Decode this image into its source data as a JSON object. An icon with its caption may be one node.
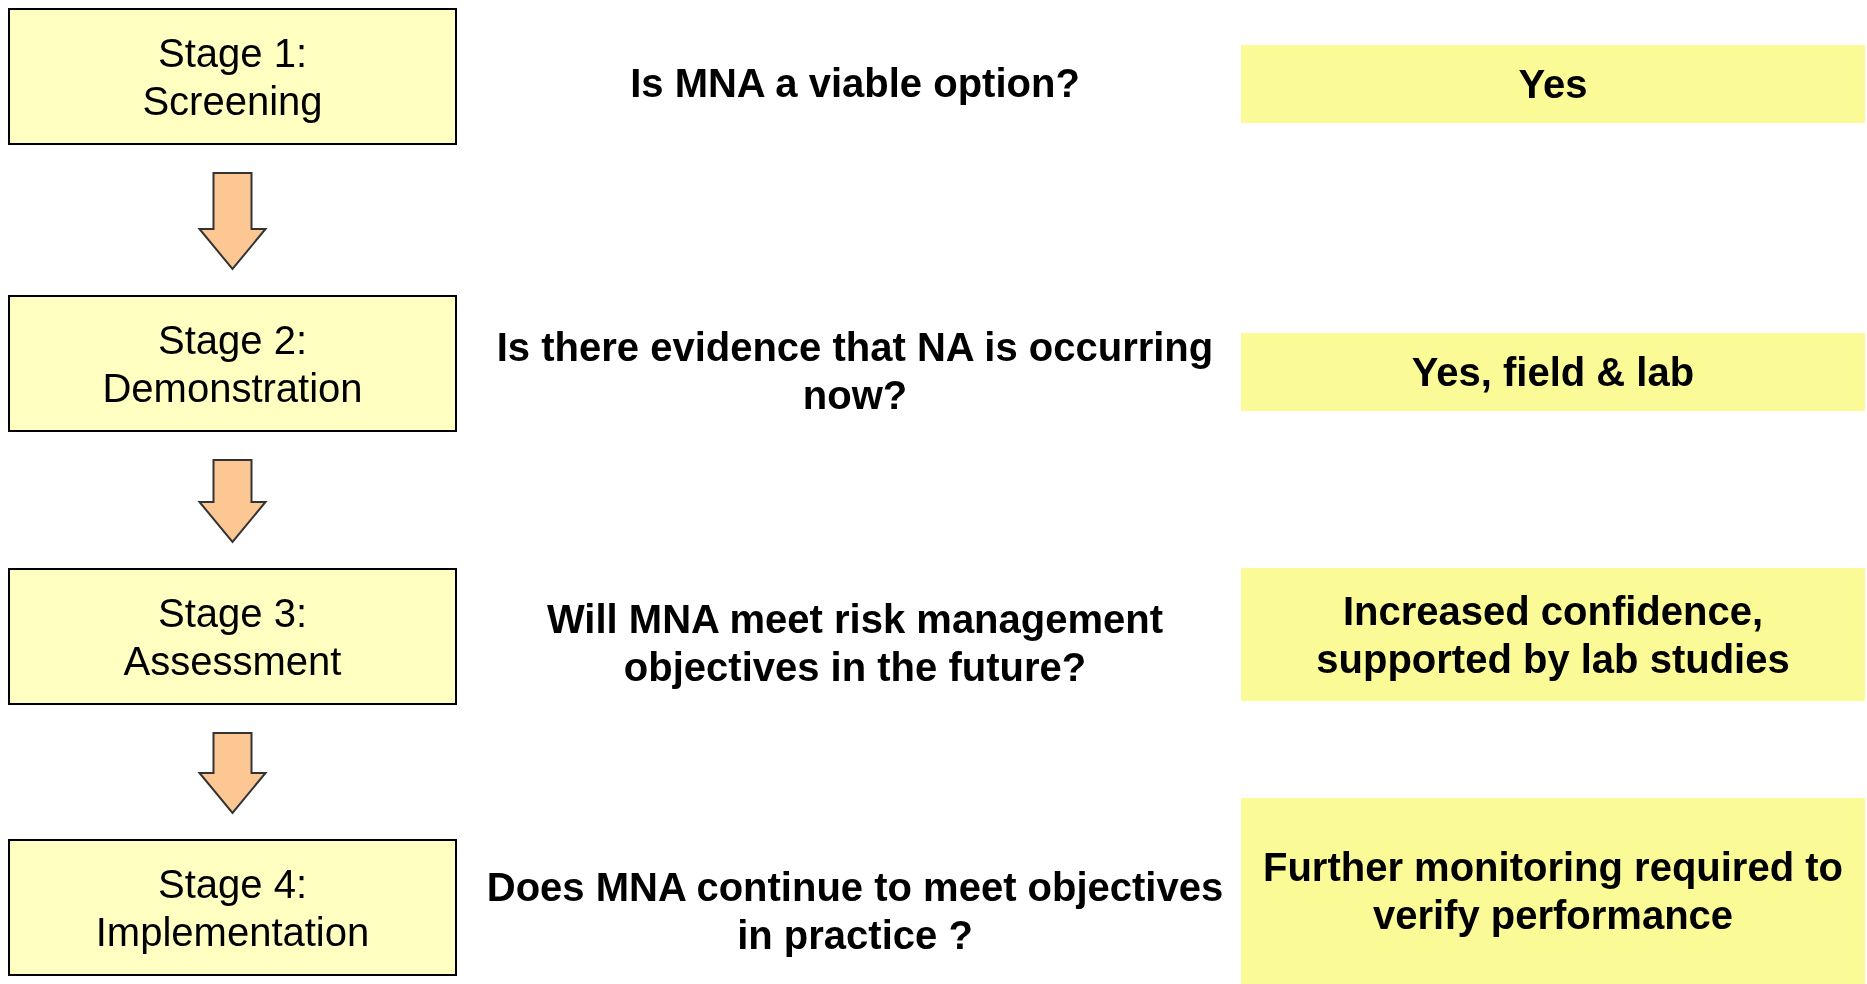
{
  "diagram": {
    "nodes": [
      {
        "text": [
          "Stage 1:",
          "Screening"
        ]
      },
      {
        "text": [
          "Yes"
        ]
      },
      {
        "text": [
          "Stage 2:",
          "Demonstration"
        ]
      },
      {
        "text": [
          "Yes, field & lab"
        ]
      },
      {
        "text": [
          "Stage 3:",
          "Assessment"
        ]
      },
      {
        "text": [
          "Increased confidence, supported by lab studies"
        ]
      },
      {
        "text": [
          "Stage 4:",
          "Implementation"
        ]
      },
      {
        "text": [
          "Further monitoring required to verify performance"
        ]
      }
    ],
    "edges": [
      {
        "from": 0,
        "to": 2,
        "arrow": "to"
      },
      {
        "from": 2,
        "to": 4,
        "arrow": "to"
      },
      {
        "from": 4,
        "to": 6,
        "arrow": "to"
      }
    ],
    "labels": [
      "Is MNA a viable option?",
      "Is there evidence that NA is occurring now?",
      "Will MNA meet risk management objectives in the future?",
      "Does MNA continue to meet objectives in practice ?"
    ]
  }
}
